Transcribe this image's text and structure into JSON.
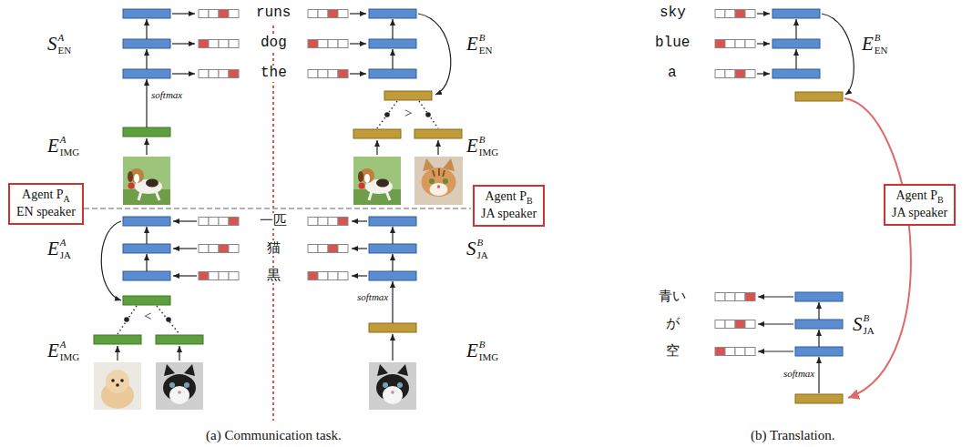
{
  "diagram": {
    "nodes": [
      {
        "text": [
          "Agent P",
          "A",
          "EN speaker"
        ]
      },
      {
        "text": [
          "Agent P",
          "B",
          "JA speaker"
        ]
      },
      {
        "text": [
          "Agent P",
          "B",
          "JA speaker"
        ]
      }
    ],
    "labels": [
      "runs",
      "dog",
      "the",
      "一匹",
      "猫",
      "黒",
      "sky",
      "blue",
      "a",
      "青い",
      "が",
      "空",
      "softmax",
      "softmax",
      "softmax",
      ">",
      "<",
      "S",
      "A",
      "EN",
      "E",
      "A",
      "IMG",
      "E",
      "A",
      "JA",
      "E",
      "A",
      "IMG",
      "E",
      "B",
      "EN",
      "E",
      "B",
      "IMG",
      "S",
      "B",
      "JA",
      "E",
      "B",
      "IMG",
      "E",
      "B",
      "EN",
      "S",
      "B",
      "JA",
      "(a) Communication task.",
      "(b) Translation."
    ]
  }
}
